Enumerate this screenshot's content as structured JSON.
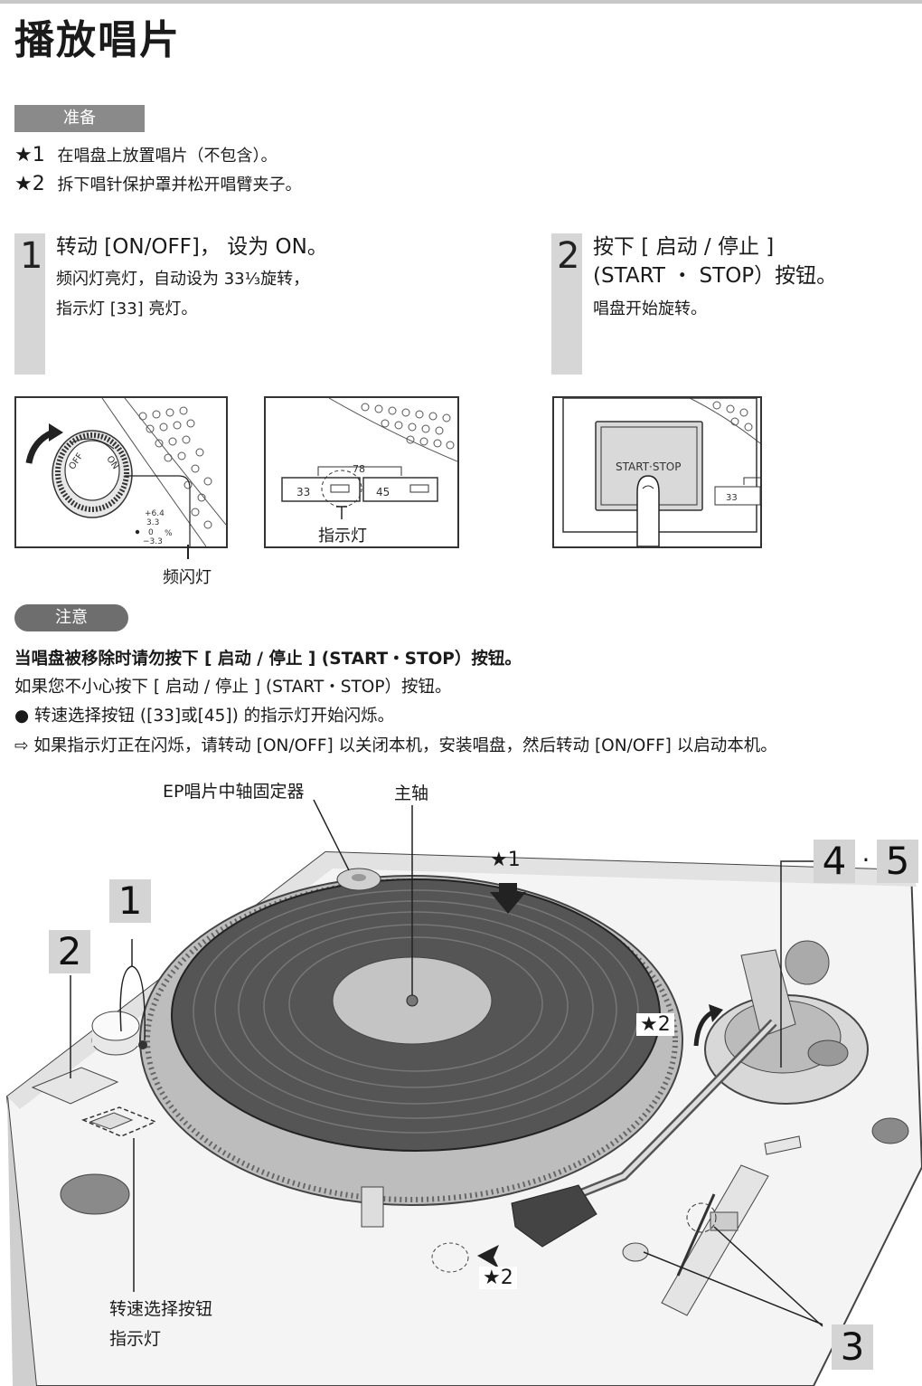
{
  "page": {
    "title": "播放唱片"
  },
  "preparation": {
    "tag": "准备",
    "items": [
      {
        "marker": "★1",
        "text": "在唱盘上放置唱片（不包含）。"
      },
      {
        "marker": "★2",
        "text": "拆下唱针保护罩并松开唱臂夹子。"
      }
    ]
  },
  "steps": [
    {
      "number": "1",
      "title": "转动 [ON/OFF]， 设为 ON。",
      "desc_line1": "频闪灯亮灯，自动设为 33⅓旋转，",
      "desc_line2": "指示灯 [33] 亮灯。"
    },
    {
      "number": "2",
      "title_line1": "按下 [ 启动 / 停止 ]",
      "title_line2": "(START ・ STOP）按钮。",
      "desc_line1": "唱盘开始旋转。"
    }
  ],
  "figures": {
    "fig1": {
      "off": "OFF",
      "on": "ON",
      "pitch_values": [
        "+6.4",
        "3.3",
        "0",
        "−3.3"
      ],
      "percent": "%",
      "caption": "频闪灯"
    },
    "fig2": {
      "speed_78": "78",
      "speed_33": "33",
      "speed_45": "45",
      "caption": "指示灯"
    },
    "fig3": {
      "button_label": "START·STOP",
      "speed_33": "33"
    }
  },
  "caution": {
    "tag": "注意",
    "headline": "当唱盘被移除时请勿按下 [ 启动 / 停止 ] (START・STOP）按钮。",
    "line1": "如果您不小心按下 [ 启动 / 停止 ] (START・STOP）按钮。",
    "bullet": "● 转速选择按钮 ([33]或[45]) 的指示灯开始闪烁。",
    "arrow": "⇨ 如果指示灯正在闪烁，请转动 [ON/OFF] 以关闭本机，安装唱盘，然后转动 [ON/OFF] 以启动本机。"
  },
  "turntable": {
    "labels": {
      "ep_adapter": "EP唱片中轴固定器",
      "spindle": "主轴",
      "speed_buttons": "转速选择按钮",
      "indicator": "指示灯"
    },
    "callouts": {
      "c1": "1",
      "c2": "2",
      "c3": "3",
      "c45_a": "4",
      "c45_dot": "·",
      "c45_b": "5",
      "star1": "★1",
      "star2_arm": "★2",
      "star2_cover": "★2"
    }
  }
}
